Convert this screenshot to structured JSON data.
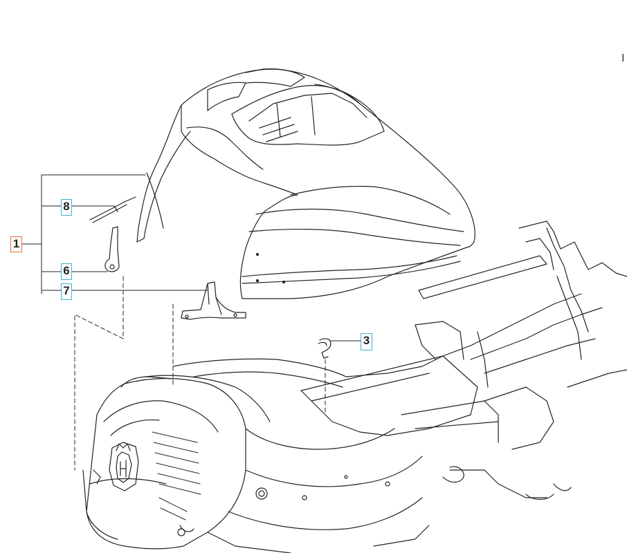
{
  "callouts": {
    "c1": "1",
    "c8": "8",
    "c6": "6",
    "c7": "7",
    "c3": "3"
  },
  "edge_mark": "I",
  "colors": {
    "callout_border_cyan": "#36b7c9",
    "callout_border_orange": "#e0703a",
    "line": "#222222"
  }
}
